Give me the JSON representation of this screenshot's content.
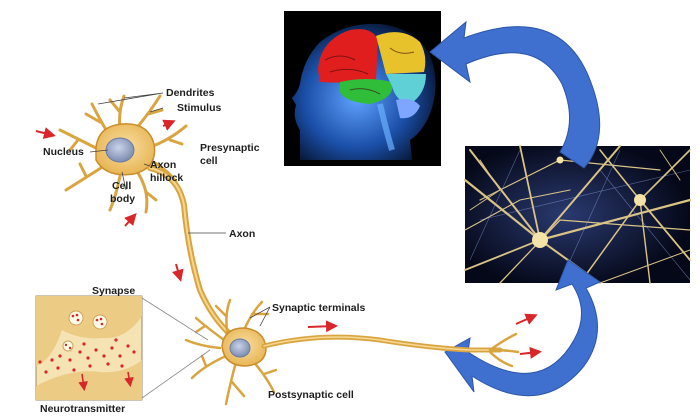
{
  "labels": {
    "dendrites": "Dendrites",
    "stimulus": "Stimulus",
    "nucleus": "Nucleus",
    "axon_hillock_1": "Axon",
    "axon_hillock_2": "hillock",
    "cell_body_1": "Cell",
    "cell_body_2": "body",
    "presynaptic_1": "Presynaptic",
    "presynaptic_2": "cell",
    "axon": "Axon",
    "synapse": "Synapse",
    "synaptic_terminals": "Synaptic terminals",
    "postsynaptic_cell": "Postsynaptic cell",
    "neurotransmitter": "Neurotransmitter"
  },
  "colors": {
    "neuron_fill": "#efc36a",
    "neuron_stroke": "#c98e2a",
    "nucleus": "#9aa9c9",
    "signal_arrow": "#d8262a",
    "big_arrow": "#3f6fcf",
    "brain_bg": "#000000",
    "network_bg": "#0b1230"
  },
  "icons": {
    "brain_image": "human-head-brain-icon",
    "network_image": "neural-network-icon"
  }
}
